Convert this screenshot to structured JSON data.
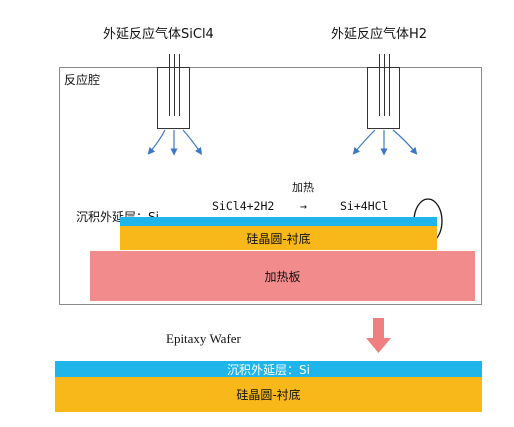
{
  "gas_inlets": [
    {
      "label": "外延反应气体SiCl4"
    },
    {
      "label": "外延反应气体H2"
    }
  ],
  "chamber": {
    "label": "反应腔"
  },
  "reaction": {
    "reactants": "SiCl4+2H2",
    "condition": "加热",
    "arrow": "→",
    "products": "Si+4HCl"
  },
  "chamber_layers": {
    "epi_label": "沉积外延层：Si",
    "wafer": "硅晶圆-衬底",
    "heater": "加热板"
  },
  "result": {
    "title": "Epitaxy Wafer",
    "epi": "沉积外延层：Si",
    "wafer": "硅晶圆-衬底"
  },
  "colors": {
    "epi": "#1fb4ea",
    "wafer": "#f9b81a",
    "heater": "#f28c8c",
    "flow_arrow": "#3c78c8",
    "result_arrow": "#f08080"
  }
}
